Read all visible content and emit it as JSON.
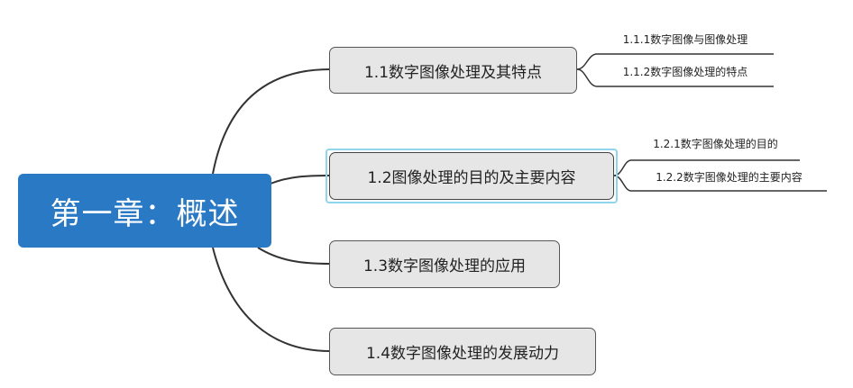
{
  "root": {
    "label": "第一章：概述"
  },
  "topics": [
    {
      "label": "1.1数字图像处理及其特点",
      "children": [
        "1.1.1数字图像与图像处理",
        "1.1.2数字图像处理的特点"
      ]
    },
    {
      "label": "1.2图像处理的目的及主要内容",
      "children": [
        "1.2.1数字图像处理的目的",
        "1.2.2数字图像处理的主要内容"
      ]
    },
    {
      "label": "1.3数字图像处理的应用",
      "children": []
    },
    {
      "label": "1.4数字图像处理的发展动力",
      "children": []
    }
  ],
  "colors": {
    "root_fill": "#2a79c4",
    "topic_fill": "#e6e6e6",
    "connector": "#333333",
    "selection": "#8fd6ec"
  }
}
